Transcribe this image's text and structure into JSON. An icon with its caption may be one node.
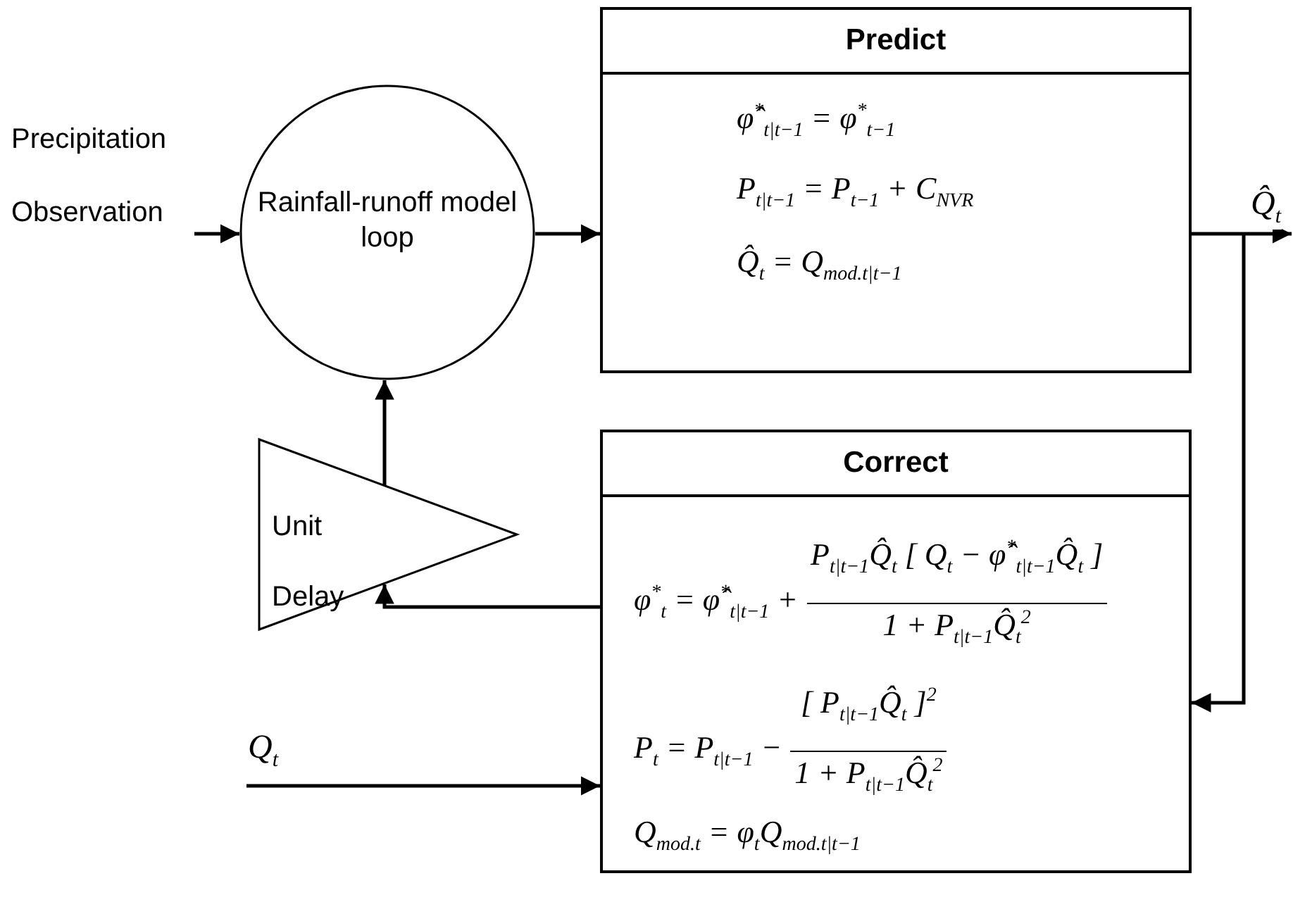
{
  "diagram": {
    "nodes": [
      {
        "text": [
          "Rainfall-runoff model loop"
        ]
      },
      {
        "text": [
          "Predict",
          "φ̂$^{*}$$_{t|t−1}$ = φ$^{*}$$_{t−1}$",
          "P$_{t|t−1}$ = P$_{t−1}$ + C$_{NVR}$",
          "Q̂$_{t}$ = Q$_{mod.t|t−1}$"
        ]
      },
      {
        "text": [
          "Correct",
          "φ$^{*}$$_{t}$ = φ̂$^{*}$$_{t|t−1}$ +",
          "P$_{t|t−1}$Q̂$_{t}$ [ Q$_{t}$ − φ̂$^{*}$$_{t|t−1}$Q̂$_{t}$ ]",
          "1 + P$_{t|t−1}$Q̂$_{t}$$^{2}$",
          "P$_{t}$ = P$_{t|t−1}$ −",
          "[ P$_{t|t−1}$Q̂$_{t}$ ]$^{2}$",
          "1 + P$_{t|t−1}$Q̂$_{t}$$^{2}$",
          "Q$_{mod.t}$ = φ$_{t}$Q$_{mod.t|t−1}$"
        ]
      },
      {
        "text": [
          "Unit Delay"
        ]
      }
    ],
    "edges": [
      {
        "from": null,
        "to": 0,
        "arrow": "to",
        "label": "Precipitation Observation"
      },
      {
        "from": 0,
        "to": 1,
        "arrow": "to"
      },
      {
        "from": 1,
        "to": null,
        "arrow": "to",
        "label": "Q̂$_{t}$"
      },
      {
        "from": 1,
        "to": 2,
        "arrow": "to"
      },
      {
        "from": 2,
        "to": 3,
        "arrow": "to"
      },
      {
        "from": 3,
        "to": 0,
        "arrow": "to"
      },
      {
        "from": null,
        "to": 2,
        "arrow": "to",
        "label": "Q$_{t}$"
      }
    ]
  }
}
